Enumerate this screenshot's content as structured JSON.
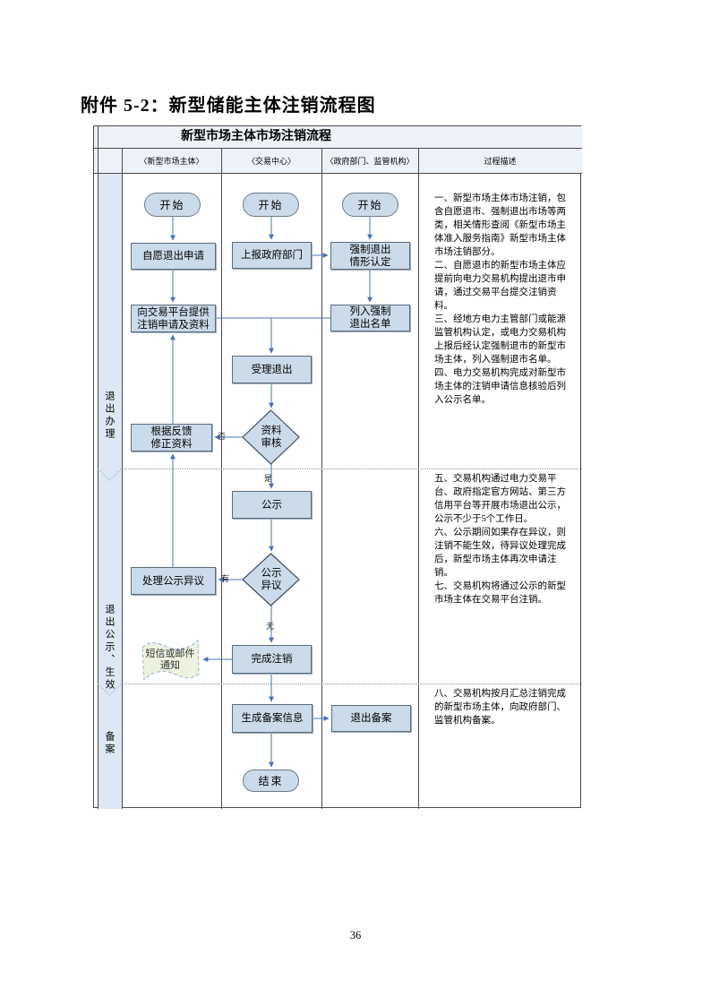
{
  "page": {
    "doc_title": "附件 5-2：新型储能主体注销流程图",
    "page_number": "36"
  },
  "colors": {
    "node-fill": "#cbdbe9",
    "node-border": "#5a6b7c",
    "line": "#4a72b8",
    "wave-fill": "#edf2df",
    "wave-border": "#8fb2d8",
    "sidebar-bg": "#dde8f4",
    "rowhead-bg": "#edf2f9",
    "grid": "#4a4a4a",
    "dotted": "#8f8f8f"
  },
  "table": {
    "title": "新型市场主体市场注销流程",
    "columns": {
      "c1": "〈新型市场主体〉",
      "c2": "〈交易中心〉",
      "c3": "〈政府部门、监管机构〉",
      "c4": "过程描述"
    },
    "sidebar": {
      "s1": "退出办理",
      "s2": "退出公示、生效",
      "s3": "备案"
    }
  },
  "nodes": {
    "start1": "开始",
    "start2": "开始",
    "start3": "开始",
    "voluntary_exit": "自愿退出申请",
    "report_gov": "上报政府部门",
    "forced_determine": "强制退出\n情形认定",
    "provide_materials": "向交易平台提供\n注销申请及资料",
    "forced_list": "列入强制\n退出名单",
    "accept_exit": "受理退出",
    "material_review": "资料\n审核",
    "revise_materials": "根据反馈\n修正资料",
    "publicity": "公示",
    "publicity_objection": "公示\n异议",
    "handle_objection": "处理公示异议",
    "sms_notice": "短信或邮件\n通知",
    "complete_cancel": "完成注销",
    "generate_record": "生成备案信息",
    "exit_record": "退出备案",
    "end": "结束"
  },
  "branch": {
    "no": "否",
    "yes": "是",
    "has": "有",
    "none": "无"
  },
  "descriptions": {
    "s1": {
      "p1": "一、新型市场主体市场注销，包含自愿退市、强制退出市场等两类，相关情形查阅《新型市场主体准入服务指南》新型市场主体市场注销部分。",
      "p2": "二、自愿退市的新型市场主体应提前向电力交易机构提出退市申请，通过交易平台提交注销资料。",
      "p3": "三、经地方电力主管部门或能源监管机构认定，或电力交易机构上报后经认定强制退市的新型市场主体，列入强制退市名单。",
      "p4": "四、电力交易机构完成对新型市场主体的注销申请信息核验后列入公示名单。"
    },
    "s2": {
      "p1": "五、交易机构通过电力交易平台、政府指定官方网站、第三方信用平台等开展市场退出公示，公示不少于5个工作日。",
      "p2": "六、公示期间如果存在异议，则注销不能生效，待异议处理完成后，新型市场主体再次申请注销。",
      "p3": "七、交易机构将通过公示的新型市场主体在交易平台注销。"
    },
    "s3": {
      "p1": "八、交易机构按月汇总注销完成的新型市场主体，向政府部门、监管机构备案。"
    }
  }
}
